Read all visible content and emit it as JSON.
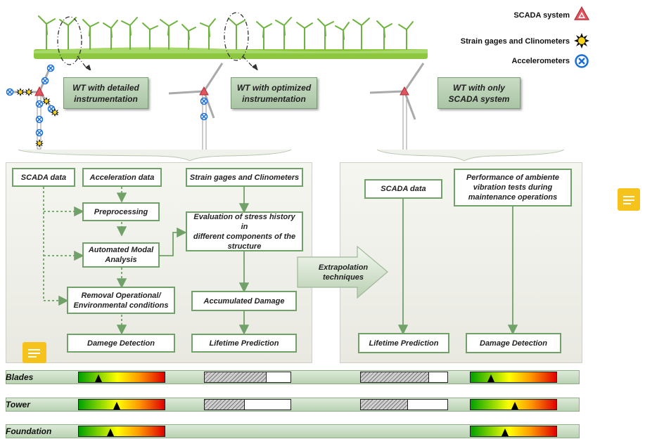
{
  "legend": {
    "scada": "SCADA system",
    "strain": "Strain gages and Clinometers",
    "accel": "Accelerometers"
  },
  "wt_labels": {
    "detailed": "WT with detailed\ninstrumentation",
    "optimized": "WT with optimized\ninstrumentation",
    "scada_only": "WT with only\nSCADA system"
  },
  "left_panel": {
    "scada_data": "SCADA data",
    "acceleration_data": "Acceleration data",
    "preprocessing": "Preprocessing",
    "automated_modal": "Automated Modal\nAnalysis",
    "removal": "Removal Operational/\nEnvironmental conditions",
    "damage_detection": "Damege Detection",
    "strain": "Strain gages and Clinometers",
    "stress_history": "Evaluation of stress history in\ndifferent components of the\nstructure",
    "accumulated": "Accumulated Damage",
    "lifetime": "Lifetime Prediction"
  },
  "extrapolation": "Extrapolation\ntechniques",
  "right_panel": {
    "scada_data": "SCADA data",
    "ambient": "Performance of ambiente\nvibration tests during\nmaintenance operations",
    "lifetime": "Lifetime Prediction",
    "damage_detection": "Damage Detection"
  },
  "rows": [
    {
      "label": "Blades",
      "detailed_level": 0.23,
      "optimized_hatch": 0.71,
      "scada_hatch": 0.78,
      "ambient_level": 0.24
    },
    {
      "label": "Tower",
      "detailed_level": 0.44,
      "optimized_hatch": 0.46,
      "scada_hatch": 0.54,
      "ambient_level": 0.52
    },
    {
      "label": "Foundation",
      "detailed_level": 0.37,
      "ambient_level": 0.4
    }
  ],
  "colors": {
    "accent_green": "#6fa168",
    "scada_red": "#d9424b",
    "accel_blue": "#1a6fd6",
    "chat_yellow": "#f6c21c"
  }
}
